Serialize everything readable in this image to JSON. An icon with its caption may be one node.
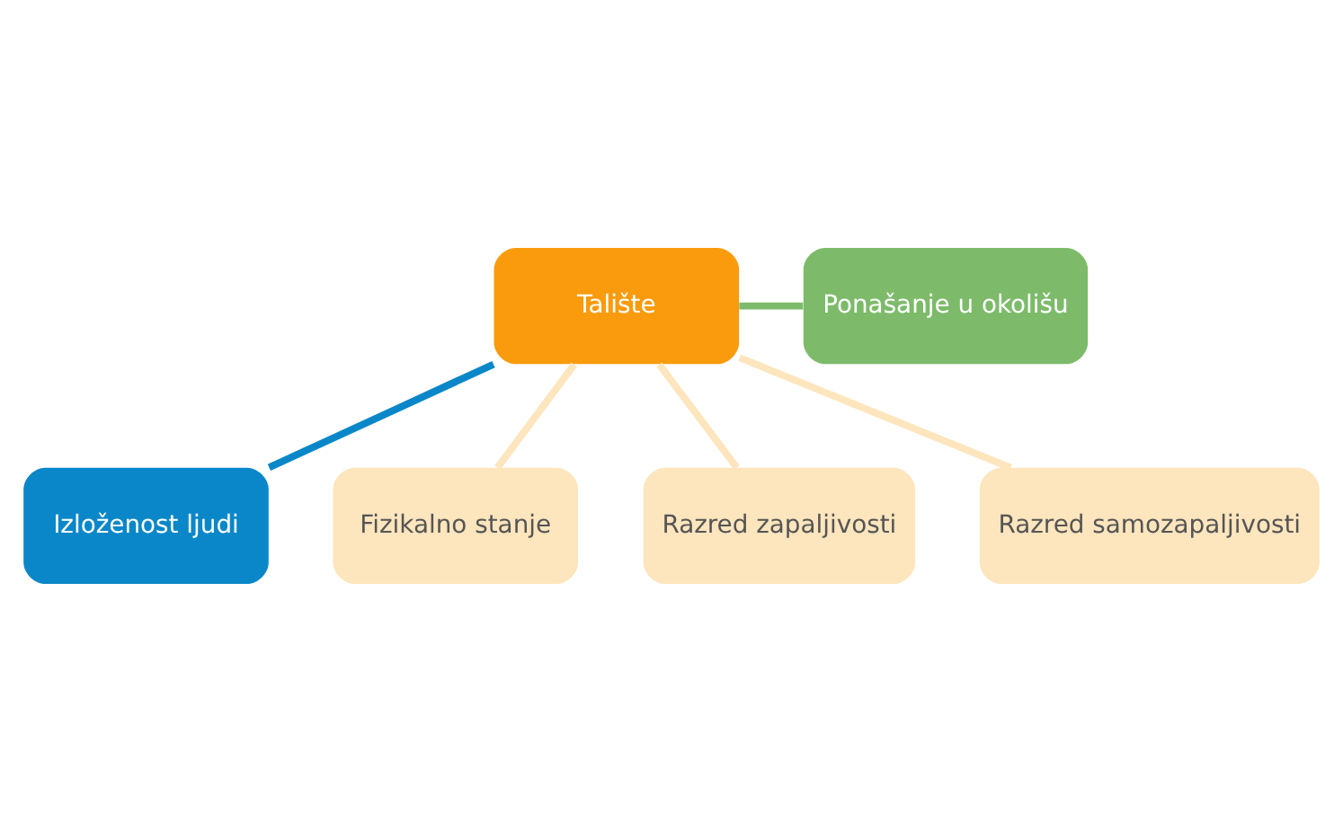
{
  "diagram": {
    "nodes": [
      {
        "text": [
          "Talište"
        ]
      },
      {
        "text": [
          "Izloženost ljudi"
        ]
      },
      {
        "text": [
          "Ponašanje u okolišu"
        ]
      },
      {
        "text": [
          "Fizikalno stanje"
        ]
      },
      {
        "text": [
          "Razred zapaljivosti"
        ]
      },
      {
        "text": [
          "Razred samozapaljivosti"
        ]
      }
    ],
    "edges": [
      {
        "from": 0,
        "to": 1,
        "arrow": "none",
        "color": "#0a87c8"
      },
      {
        "from": 0,
        "to": 2,
        "arrow": "none",
        "color": "#7dbb6a"
      },
      {
        "from": 0,
        "to": 3,
        "arrow": "none"
      },
      {
        "from": 0,
        "to": 4,
        "arrow": "none"
      },
      {
        "from": 0,
        "to": 5,
        "arrow": "none"
      }
    ]
  }
}
